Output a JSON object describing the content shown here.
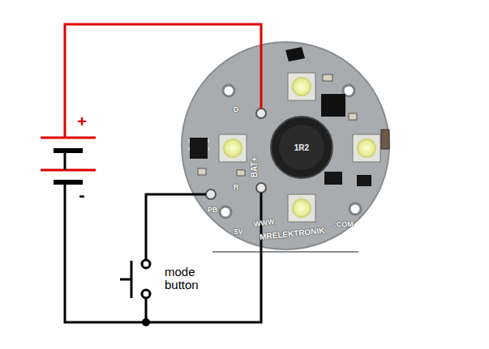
{
  "diagram": {
    "labels": [
      "+",
      "-",
      "mode button",
      "BAT+",
      "PB",
      "5V",
      "D",
      "R",
      "WWW.",
      "MRELEKTRONIK",
      ".COM",
      "1R2"
    ]
  }
}
